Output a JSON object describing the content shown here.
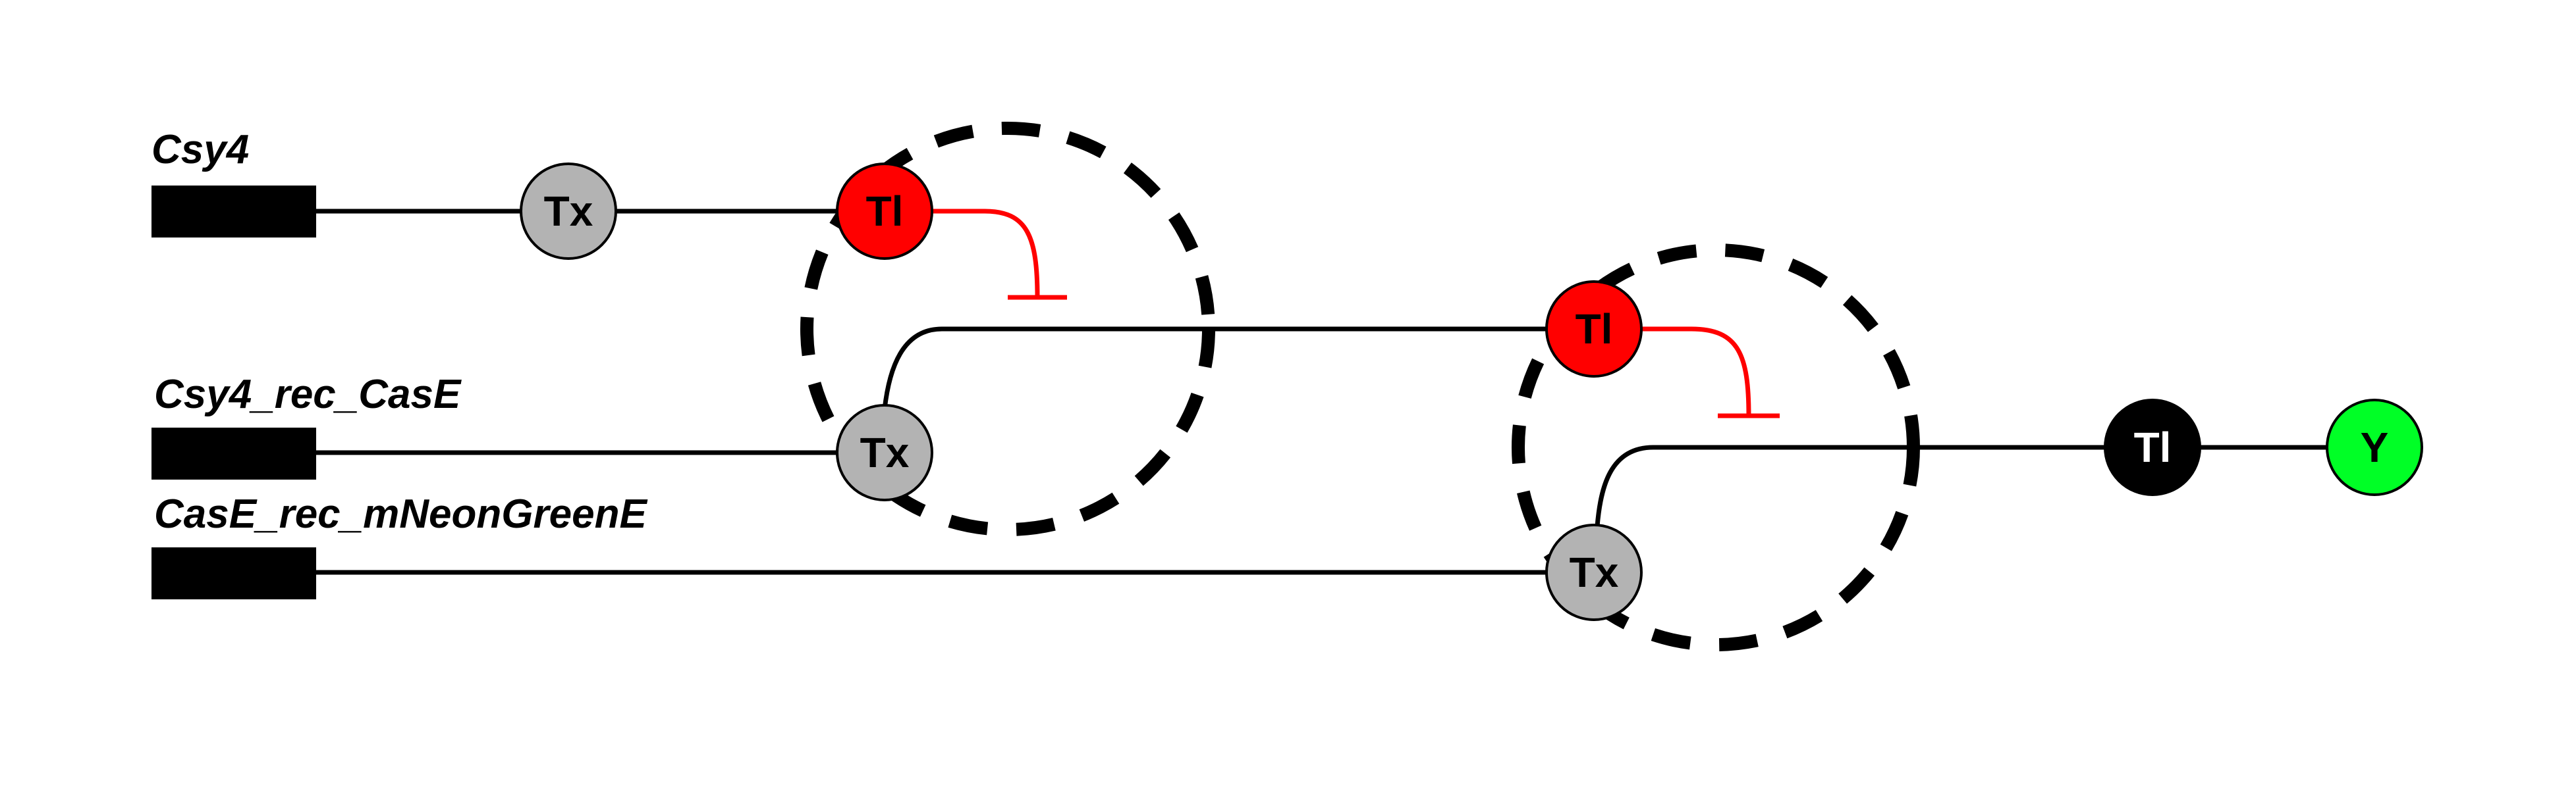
{
  "genes": [
    {
      "id": "csy4",
      "label": "Csy4"
    },
    {
      "id": "csy4-rec-case",
      "label": "Csy4_rec_CasE"
    },
    {
      "id": "case-rec-mneongreene",
      "label": "CasE_rec_mNeonGreenE"
    }
  ],
  "nodes": {
    "tx1": {
      "label": "Tx",
      "kind": "transcription"
    },
    "tl1": {
      "label": "Tl",
      "kind": "translation-repressor"
    },
    "tx2": {
      "label": "Tx",
      "kind": "transcription"
    },
    "tl2": {
      "label": "Tl",
      "kind": "translation-repressor"
    },
    "tx3": {
      "label": "Tx",
      "kind": "transcription"
    },
    "tl3": {
      "label": "Tl",
      "kind": "translation"
    },
    "y": {
      "label": "Y",
      "kind": "output"
    }
  },
  "colors": {
    "tx_fill": "#b3b3b3",
    "repressor_fill": "#ff0000",
    "repression_line": "#ff0000",
    "tl_output_fill": "#000000",
    "output_fill": "#00ff26",
    "wire": "#000000"
  }
}
